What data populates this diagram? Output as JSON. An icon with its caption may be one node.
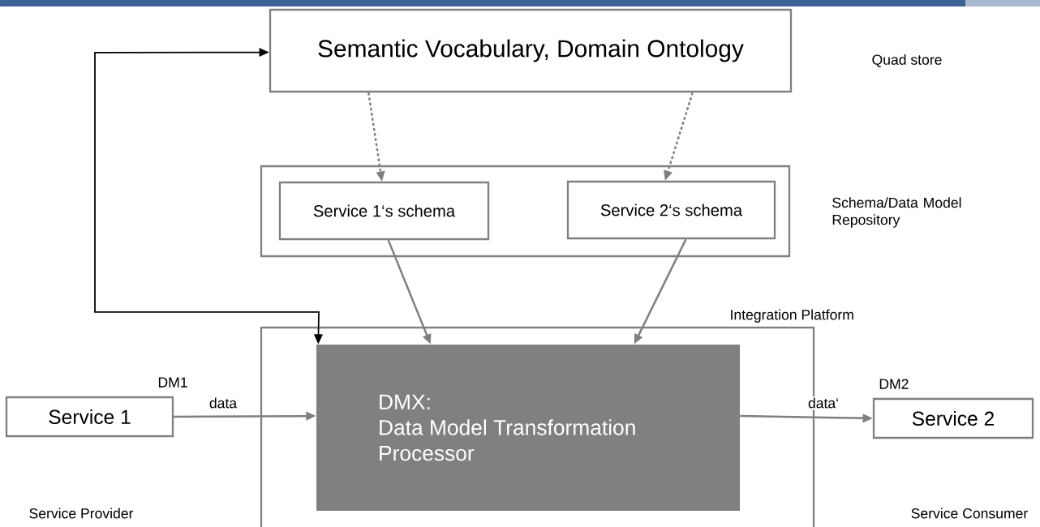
{
  "diagram": {
    "nodes": [
      {
        "text": [
          "Semantic Vocabulary, Domain Ontology"
        ]
      },
      {
        "text": [],
        "shape": "box",
        "beside": [
          "Schema/Data Model Repository"
        ]
      },
      {
        "text": [
          "Service 1‘s schema"
        ],
        "in": 1
      },
      {
        "text": [
          "Service 2‘s schema"
        ],
        "in": 1
      },
      {
        "text": [
          "Integration Platform"
        ]
      },
      {
        "text": [
          "DMX:",
          "Data Model Transformation Processor"
        ],
        "in": 4
      },
      {
        "text": [
          "Service 1"
        ],
        "beside": [
          "DM1"
        ]
      },
      {
        "text": [
          "Service 2"
        ],
        "beside": [
          "DM2"
        ]
      }
    ],
    "edges": [
      {
        "from": 0,
        "to": 2,
        "arrow": "to",
        "style": "dashed"
      },
      {
        "from": 0,
        "to": 3,
        "arrow": "to",
        "style": "dashed"
      },
      {
        "from": 2,
        "to": 5,
        "arrow": "to"
      },
      {
        "from": 3,
        "to": 5,
        "arrow": "to"
      },
      {
        "from": 6,
        "to": 5,
        "arrow": "to",
        "label": "data"
      },
      {
        "from": 5,
        "to": 7,
        "arrow": "to",
        "label": "data‘"
      },
      {
        "from": 0,
        "to": 5,
        "arrow": "both",
        "color": "#000000"
      }
    ],
    "labels": [
      "Quad store",
      "Service Provider",
      "Service Consumer"
    ]
  }
}
